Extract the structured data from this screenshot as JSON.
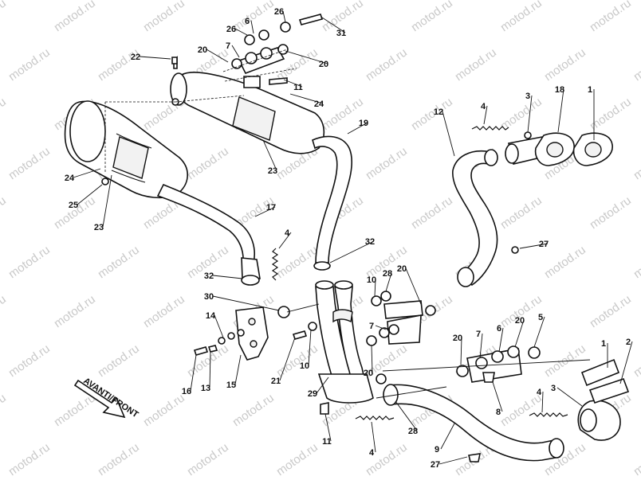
{
  "watermark": "motod.ru",
  "direction_label": "AVANTI/FRONT",
  "callouts": [
    {
      "id": "c1",
      "text": "1"
    },
    {
      "id": "c2",
      "text": "1"
    },
    {
      "id": "c3",
      "text": "2"
    },
    {
      "id": "c4",
      "text": "3"
    },
    {
      "id": "c5",
      "text": "3"
    },
    {
      "id": "c6",
      "text": "4"
    },
    {
      "id": "c7",
      "text": "4"
    },
    {
      "id": "c8",
      "text": "4"
    },
    {
      "id": "c9",
      "text": "4"
    },
    {
      "id": "c10",
      "text": "5"
    },
    {
      "id": "c11",
      "text": "6"
    },
    {
      "id": "c12",
      "text": "6"
    },
    {
      "id": "c13",
      "text": "7"
    },
    {
      "id": "c14",
      "text": "7"
    },
    {
      "id": "c15",
      "text": "7"
    },
    {
      "id": "c16",
      "text": "8"
    },
    {
      "id": "c17",
      "text": "9"
    },
    {
      "id": "c18",
      "text": "10"
    },
    {
      "id": "c19",
      "text": "10"
    },
    {
      "id": "c20",
      "text": "11"
    },
    {
      "id": "c21",
      "text": "11"
    },
    {
      "id": "c22",
      "text": "12"
    },
    {
      "id": "c23",
      "text": "13"
    },
    {
      "id": "c24",
      "text": "14"
    },
    {
      "id": "c25",
      "text": "15"
    },
    {
      "id": "c26",
      "text": "16"
    },
    {
      "id": "c27",
      "text": "17"
    },
    {
      "id": "c28",
      "text": "18"
    },
    {
      "id": "c29",
      "text": "19"
    },
    {
      "id": "c30",
      "text": "20"
    },
    {
      "id": "c31",
      "text": "20"
    },
    {
      "id": "c32",
      "text": "20"
    },
    {
      "id": "c33",
      "text": "20"
    },
    {
      "id": "c34",
      "text": "20"
    },
    {
      "id": "c35",
      "text": "20"
    },
    {
      "id": "c36",
      "text": "21"
    },
    {
      "id": "c37",
      "text": "22"
    },
    {
      "id": "c38",
      "text": "23"
    },
    {
      "id": "c39",
      "text": "23"
    },
    {
      "id": "c40",
      "text": "24"
    },
    {
      "id": "c41",
      "text": "24"
    },
    {
      "id": "c42",
      "text": "25"
    },
    {
      "id": "c43",
      "text": "26"
    },
    {
      "id": "c44",
      "text": "26"
    },
    {
      "id": "c45",
      "text": "27"
    },
    {
      "id": "c46",
      "text": "27"
    },
    {
      "id": "c47",
      "text": "28"
    },
    {
      "id": "c48",
      "text": "28"
    },
    {
      "id": "c49",
      "text": "29"
    },
    {
      "id": "c50",
      "text": "30"
    },
    {
      "id": "c51",
      "text": "31"
    },
    {
      "id": "c52",
      "text": "32"
    },
    {
      "id": "c53",
      "text": "32"
    }
  ]
}
